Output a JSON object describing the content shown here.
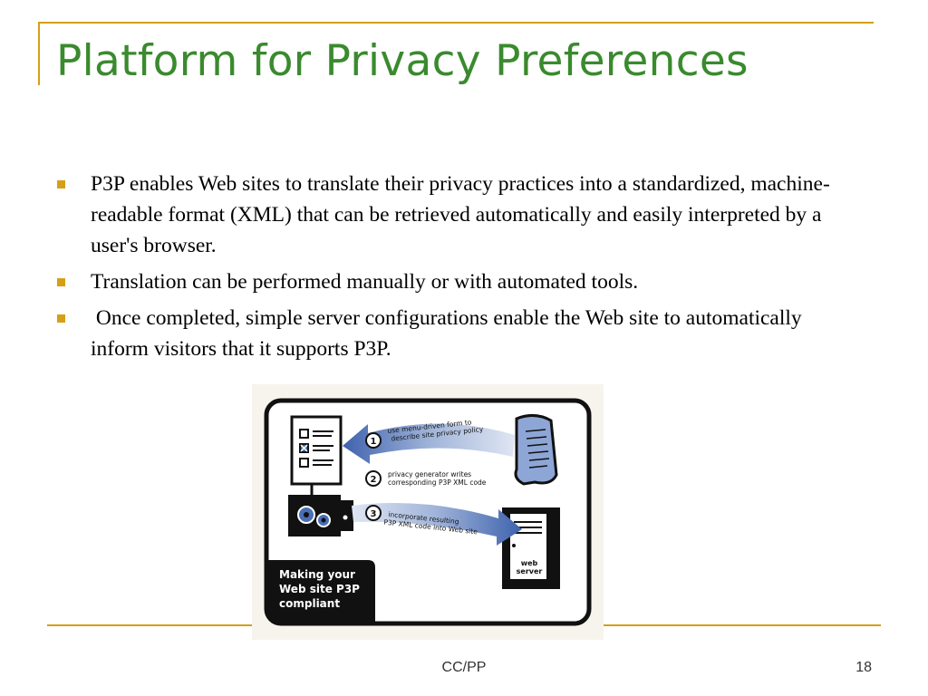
{
  "slide": {
    "title": "Platform for Privacy Preferences",
    "bullets": [
      "P3P enables Web sites to translate their privacy practices into a standardized, machine-readable format (XML) that can be retrieved automatically and easily interpreted by a user's browser.",
      "Translation can be performed manually or with automated tools.",
      " Once completed, simple server configurations enable the Web site to automatically inform visitors that it supports P3P."
    ]
  },
  "figure": {
    "steps": [
      {
        "number": "1",
        "line1": "use menu-driven form to",
        "line2": "describe site privacy policy"
      },
      {
        "number": "2",
        "line1": "privacy generator writes",
        "line2": "corresponding P3P XML code"
      },
      {
        "number": "3",
        "line1": "incorporate resulting",
        "line2": "P3P XML code into Web site"
      }
    ],
    "caption_line1": "Making your",
    "caption_line2": "Web site P3P",
    "caption_line3": "compliant",
    "server_label_line1": "web",
    "server_label_line2": "server"
  },
  "footer": {
    "center": "CC/PP",
    "page_number": "18"
  },
  "colors": {
    "title": "#3a8a2e",
    "accent": "#d4a017",
    "arrow_blue": "#4a6fb5"
  }
}
